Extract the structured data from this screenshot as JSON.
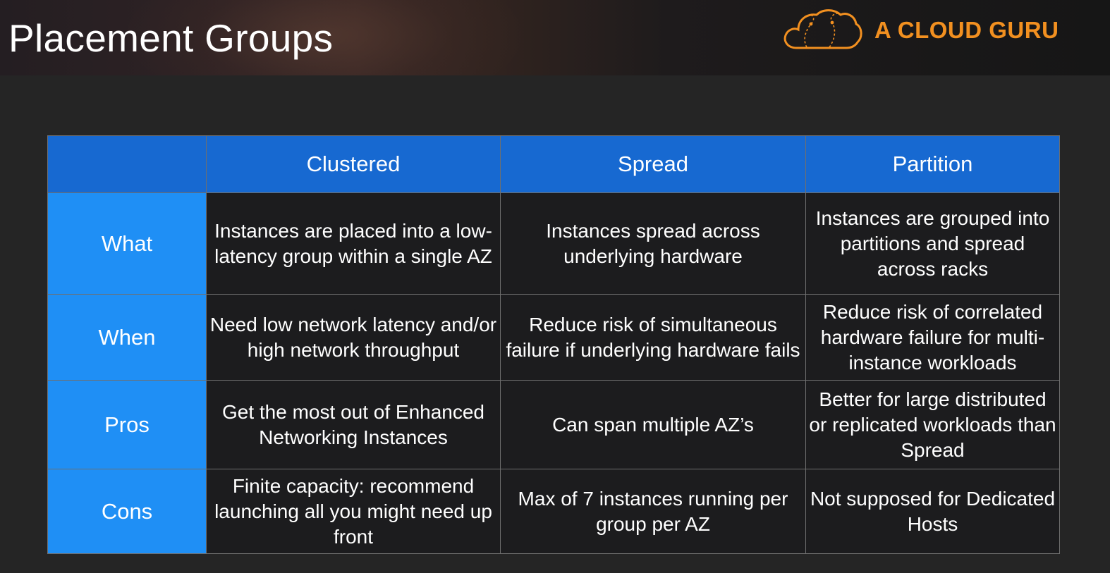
{
  "slide": {
    "title": "Placement Groups",
    "brand": {
      "name": "A CLOUD GURU",
      "icon": "cloud-logo-icon",
      "color": "#f29020"
    }
  },
  "table": {
    "header_color": "#1769d1",
    "row_header_color": "#1f8ff5",
    "columns": [
      "",
      "Clustered",
      "Spread",
      "Partition"
    ],
    "rows": [
      {
        "label": "What",
        "cells": [
          "Instances are placed into a low-latency group within a single AZ",
          "Instances spread across underlying hardware",
          "Instances are grouped into partitions and spread across racks"
        ]
      },
      {
        "label": "When",
        "cells": [
          "Need low network latency and/or high network throughput",
          "Reduce risk of simultaneous failure if underlying hardware fails",
          "Reduce risk of correlated hardware failure for multi-instance workloads"
        ]
      },
      {
        "label": "Pros",
        "cells": [
          "Get the most out of Enhanced Networking Instances",
          "Can span multiple AZ’s",
          "Better for large distributed or replicated workloads than Spread"
        ]
      },
      {
        "label": "Cons",
        "cells": [
          "Finite capacity: recommend launching all you might need up front",
          "Max of 7 instances running per group per AZ",
          "Not supposed for Dedicated Hosts"
        ]
      }
    ]
  }
}
